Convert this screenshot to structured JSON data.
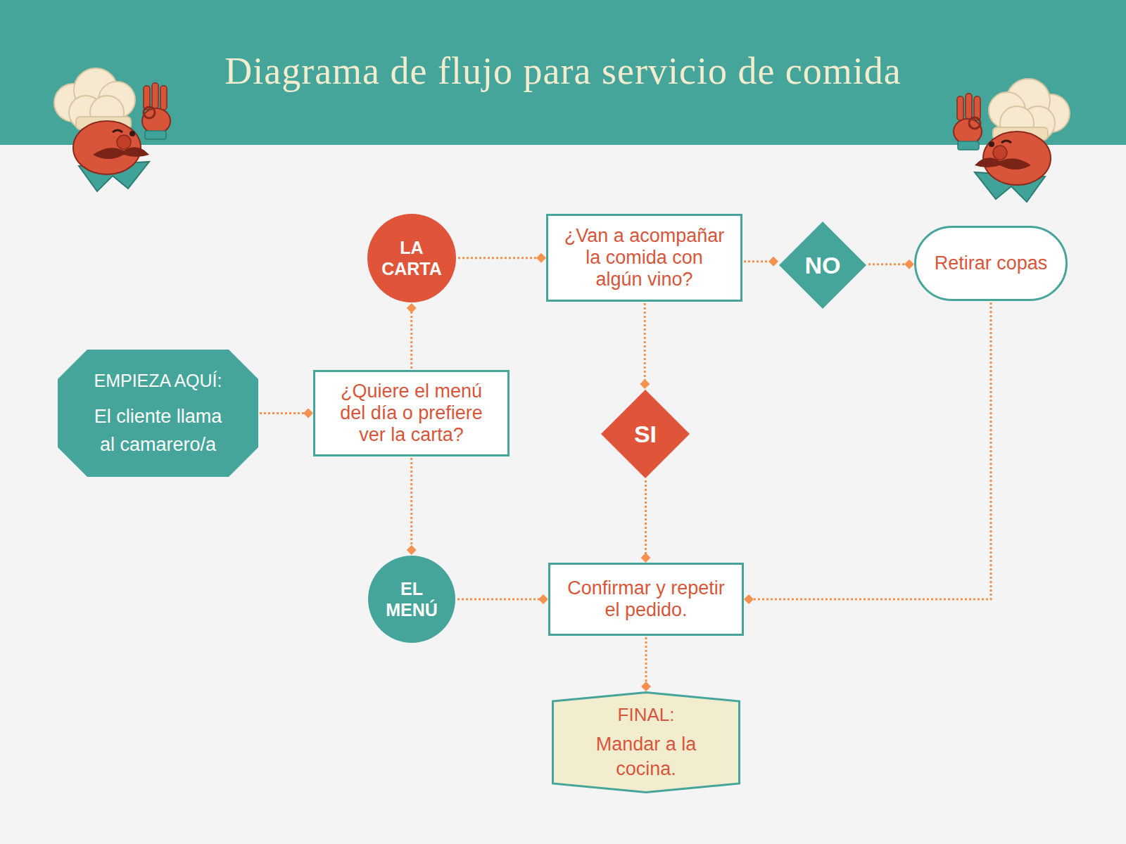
{
  "diagram": {
    "title": "Diagrama de flujo para servicio de comida",
    "nodes": [
      {
        "text": [
          "LA CARTA"
        ]
      },
      {
        "text": [
          "¿Van a acompañar la comida con algún vino?"
        ]
      },
      {
        "text": [
          "NO"
        ]
      },
      {
        "text": [
          "Retirar copas"
        ]
      },
      {
        "text": [
          "EMPIEZA AQUÍ:",
          "El cliente llama al camarero/a"
        ]
      },
      {
        "text": [
          "¿Quiere el menú del día o prefiere ver la carta?"
        ]
      },
      {
        "text": [
          "SI"
        ]
      },
      {
        "text": [
          "EL MENÚ"
        ]
      },
      {
        "text": [
          "Confirmar y repetir el pedido."
        ]
      },
      {
        "text": [
          "FINAL:",
          "Mandar a la cocina."
        ]
      }
    ],
    "edges": [
      {
        "from": 4,
        "to": 5,
        "arrow": "to"
      },
      {
        "from": 5,
        "to": 0,
        "arrow": "to"
      },
      {
        "from": 5,
        "to": 7,
        "arrow": "to"
      },
      {
        "from": 0,
        "to": 1,
        "arrow": "to"
      },
      {
        "from": 1,
        "to": 2,
        "arrow": "to"
      },
      {
        "from": 2,
        "to": 3,
        "arrow": "to"
      },
      {
        "from": 1,
        "to": 6,
        "arrow": "to"
      },
      {
        "from": 6,
        "to": 8,
        "arrow": "to"
      },
      {
        "from": 7,
        "to": 8,
        "arrow": "to"
      },
      {
        "from": 3,
        "to": 8,
        "arrow": "to"
      },
      {
        "from": 8,
        "to": 9,
        "arrow": "to"
      }
    ]
  }
}
